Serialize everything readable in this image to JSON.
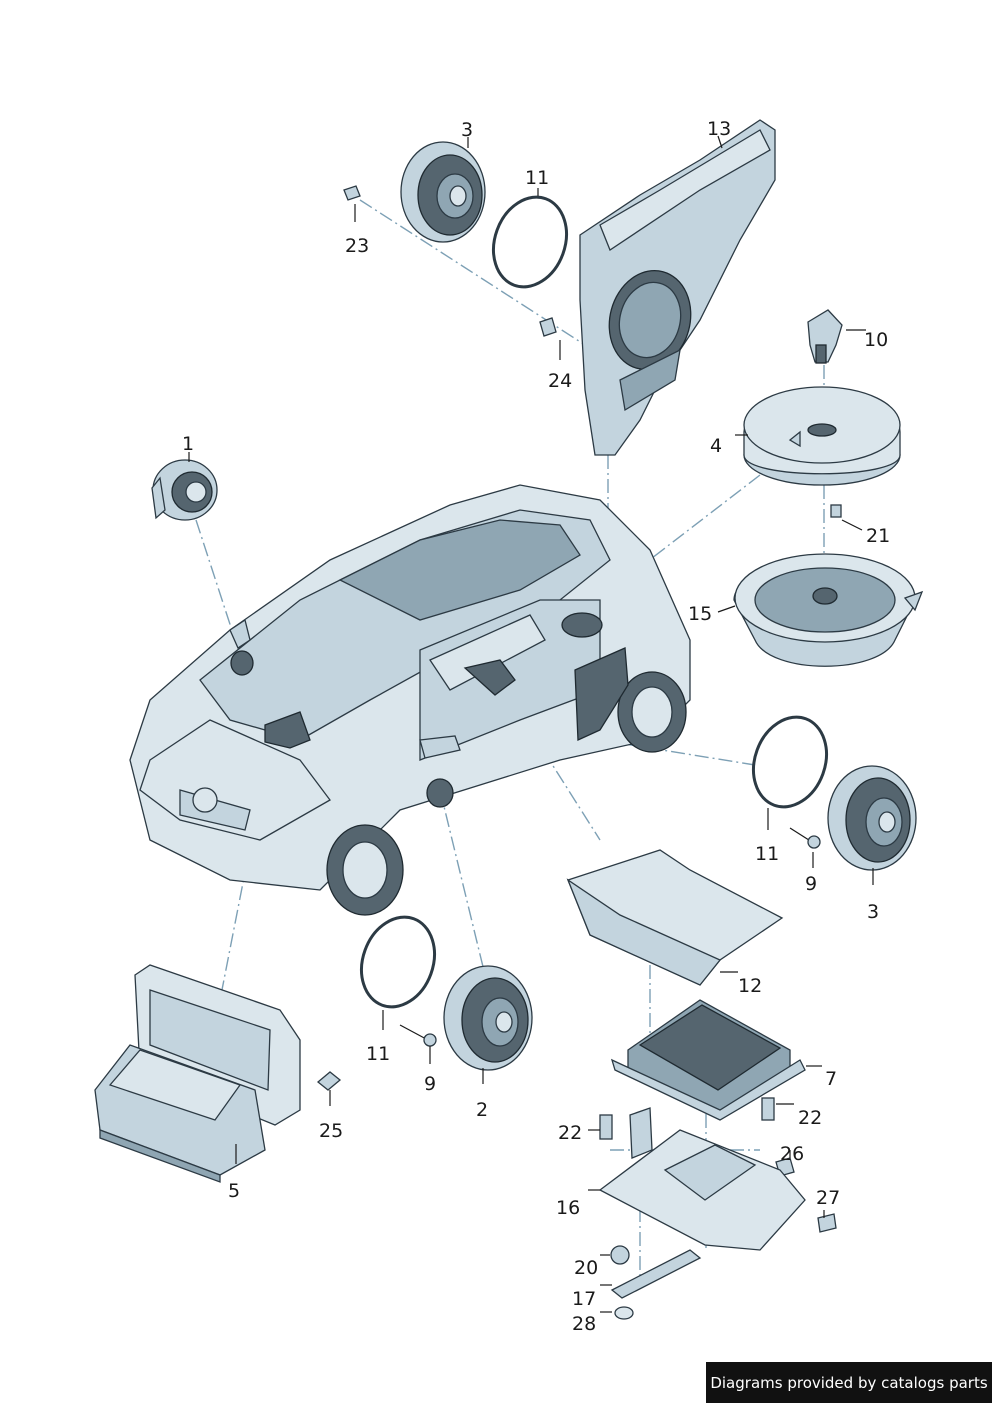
{
  "callouts": {
    "c1": "1",
    "c2": "2",
    "c3_top": "3",
    "c3_right": "3",
    "c4": "4",
    "c5": "5",
    "c7": "7",
    "c9_right": "9",
    "c9_left": "9",
    "c10": "10",
    "c11_top": "11",
    "c11_right": "11",
    "c11_left": "11",
    "c12": "12",
    "c13": "13",
    "c15": "15",
    "c16": "16",
    "c17": "17",
    "c20": "20",
    "c21": "21",
    "c22_left": "22",
    "c22_right": "22",
    "c23": "23",
    "c24": "24",
    "c25": "25",
    "c26": "26",
    "c27": "27",
    "c28": "28"
  },
  "footer": {
    "text": "Diagrams provided by catalogs parts"
  },
  "colors": {
    "part_fill": "#c3d4de",
    "part_stroke": "#2c3a44",
    "leader_dash": "#7da0b5",
    "footer_bg": "#111111"
  }
}
